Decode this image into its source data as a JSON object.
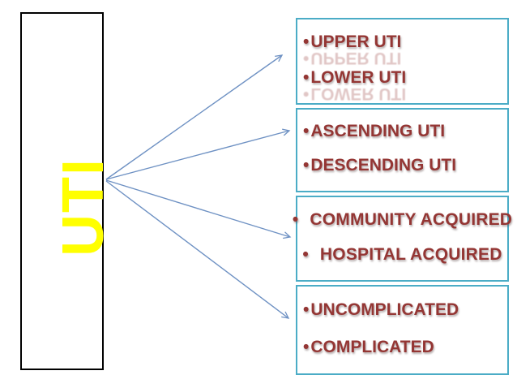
{
  "title_box": {
    "label": "UTI"
  },
  "bullet_char": "•",
  "colors": {
    "title_text": "#FFFF00",
    "title_box_border": "#000000",
    "info_box_border": "#4BACC6",
    "item_text": "#943634",
    "arrow": "#6E91C3"
  },
  "boxes": [
    {
      "name": "upper-lower-uti",
      "items": [
        "UPPER UTI",
        "LOWER UTI"
      ]
    },
    {
      "name": "ascending-descending-uti",
      "items": [
        "ASCENDING UTI",
        "DESCENDING UTI"
      ]
    },
    {
      "name": "community-hospital-acquired",
      "items": [
        "COMMUNITY ACQUIRED",
        "HOSPITAL ACQUIRED"
      ]
    },
    {
      "name": "uncomplicated-complicated",
      "items": [
        "UNCOMPLICATED",
        "COMPLICATED"
      ]
    }
  ]
}
